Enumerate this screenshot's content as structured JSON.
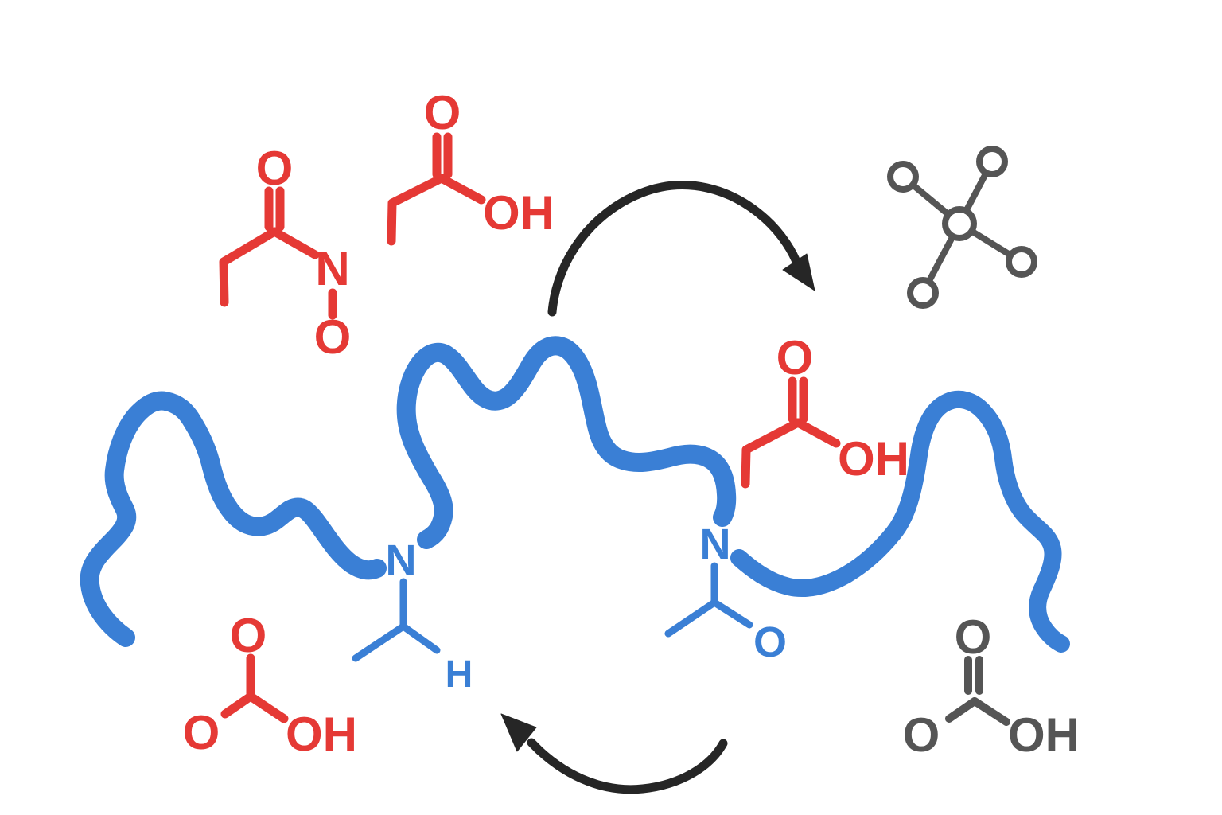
{
  "colors": {
    "background": "#ffffff",
    "red": "#e53935",
    "blue": "#3a7fd5",
    "gray": "#555555",
    "black": "#262626"
  },
  "molecules": {
    "red_hydroxamate": {
      "description": "red N-acyl hydroxylamine small molecule, top left",
      "carbonyl_o": "O",
      "nitrogen": "N",
      "oxide_o": "O"
    },
    "red_acid_top": {
      "description": "red carboxylic acid small molecule, top middle",
      "carbonyl_o": "O",
      "hydroxyl": "OH"
    },
    "red_acid_middle": {
      "description": "red carboxylic acid small molecule, middle right",
      "carbonyl_o": "O",
      "hydroxyl": "OH"
    },
    "red_carbonic_acid": {
      "description": "red carbonic-acid-like molecule, bottom left",
      "top_o": "O",
      "left_o": "O",
      "hydroxyl": "OH"
    },
    "gray_carbonic_acid": {
      "description": "gray carbonic-acid-like molecule, bottom right",
      "top_o": "O",
      "left_o": "O",
      "hydroxyl": "OH"
    },
    "left_amine_group": {
      "description": "blue pendant group on left polymer chain",
      "nitrogen": "N",
      "hydrogen": "H"
    },
    "right_amide_group": {
      "description": "blue pendant group on right polymer chain",
      "nitrogen": "N",
      "oxygen": "O"
    }
  }
}
